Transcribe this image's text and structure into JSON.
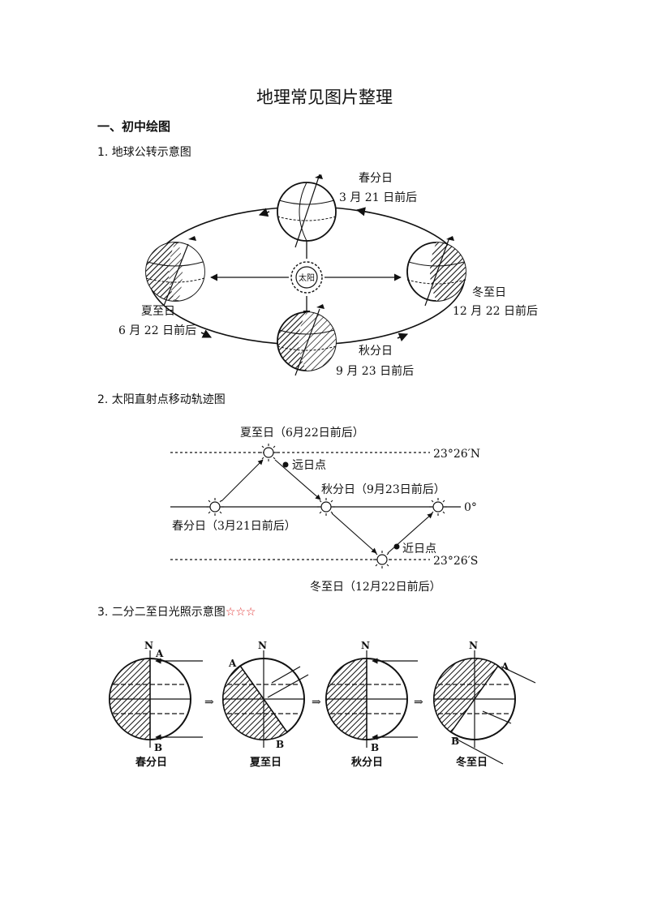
{
  "doc": {
    "title": "地理常见图片整理",
    "section1": "一、初中绘图",
    "item1": "1. 地球公转示意图",
    "item2": "2. 太阳直射点移动轨迹图",
    "item3": "3. 二分二至日光照示意图",
    "item3_stars": "☆☆☆"
  },
  "revolution": {
    "sun": "太阳",
    "spring_name": "春分日",
    "spring_date": "3 月 21 日前后",
    "summer_name": "夏至日",
    "summer_date": "6 月 22 日前后",
    "autumn_name": "秋分日",
    "autumn_date": "9 月 23 日前后",
    "winter_name": "冬至日",
    "winter_date": "12 月 22 日前后"
  },
  "track": {
    "summer": "夏至日（6月22日前后）",
    "aphelion": "远日点",
    "autumn": "秋分日（9月23日前后）",
    "spring": "春分日（3月21日前后）",
    "perihelion": "近日点",
    "winter": "冬至日（12月22日前后）",
    "lat_n": "23°26′N",
    "lat_0": "0°",
    "lat_s": "23°26′S"
  },
  "illum": {
    "n": "N",
    "s": "B",
    "a": "A",
    "labels": [
      "春分日",
      "夏至日",
      "秋分日",
      "冬至日"
    ]
  }
}
